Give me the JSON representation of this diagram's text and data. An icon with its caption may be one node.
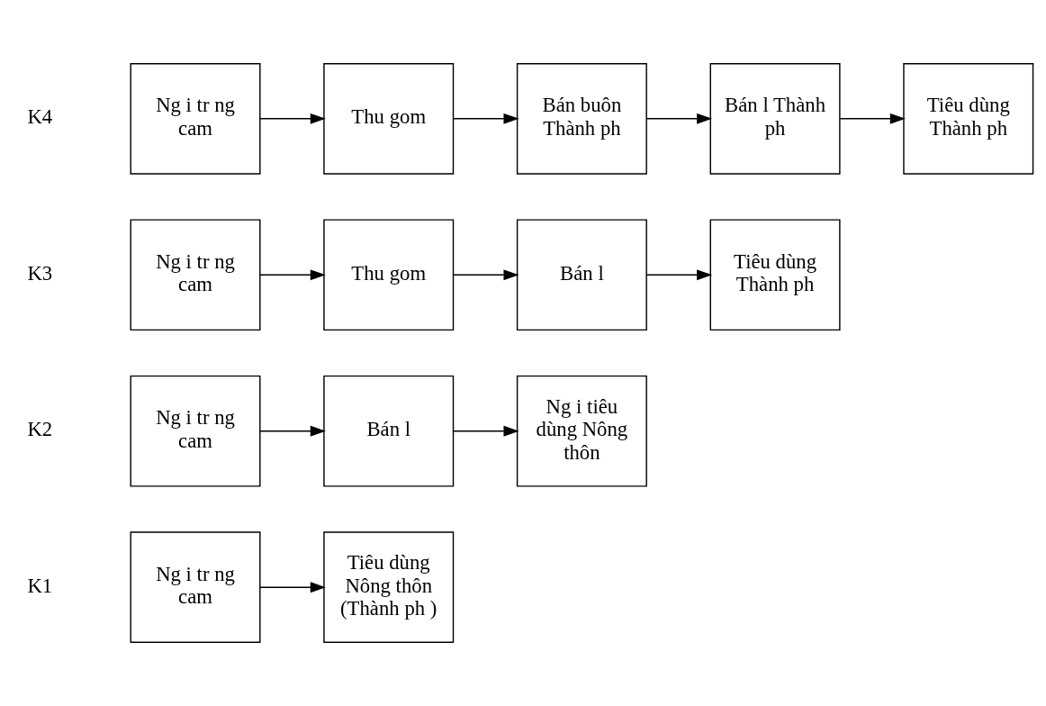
{
  "diagram": {
    "nodes": [
      {
        "text": [
          "Ng i tr ng cam"
        ]
      },
      {
        "text": [
          "Tiêu dùng Nông thôn (Thành ph )"
        ]
      },
      {
        "text": [
          "Ng i tr ng cam"
        ]
      },
      {
        "text": [
          "Bán l"
        ]
      },
      {
        "text": [
          "Ng i tiêu dùng Nông thôn"
        ]
      },
      {
        "text": [
          "Ng i tr ng cam"
        ]
      },
      {
        "text": [
          "Thu gom"
        ]
      },
      {
        "text": [
          "Bán l"
        ]
      },
      {
        "text": [
          "Tiêu dùng Thành ph"
        ]
      },
      {
        "text": [
          "Ng i tr ng cam"
        ]
      },
      {
        "text": [
          "Thu gom"
        ]
      },
      {
        "text": [
          "Bán buôn Thành ph"
        ]
      },
      {
        "text": [
          "Bán l Thành ph"
        ]
      },
      {
        "text": [
          "Tiêu dùng Thành ph"
        ]
      }
    ],
    "edges": [
      {
        "from": 0,
        "to": 1,
        "arrow": "to"
      },
      {
        "from": 2,
        "to": 3,
        "arrow": "to"
      },
      {
        "from": 3,
        "to": 4,
        "arrow": "to"
      },
      {
        "from": 5,
        "to": 6,
        "arrow": "to"
      },
      {
        "from": 6,
        "to": 7,
        "arrow": "to"
      },
      {
        "from": 7,
        "to": 8,
        "arrow": "to"
      },
      {
        "from": 9,
        "to": 10,
        "arrow": "to"
      },
      {
        "from": 10,
        "to": 11,
        "arrow": "to"
      },
      {
        "from": 11,
        "to": 12,
        "arrow": "to"
      },
      {
        "from": 12,
        "to": 13,
        "arrow": "to"
      }
    ],
    "labels": [
      "K1",
      "K2",
      "K3",
      "K4"
    ]
  }
}
